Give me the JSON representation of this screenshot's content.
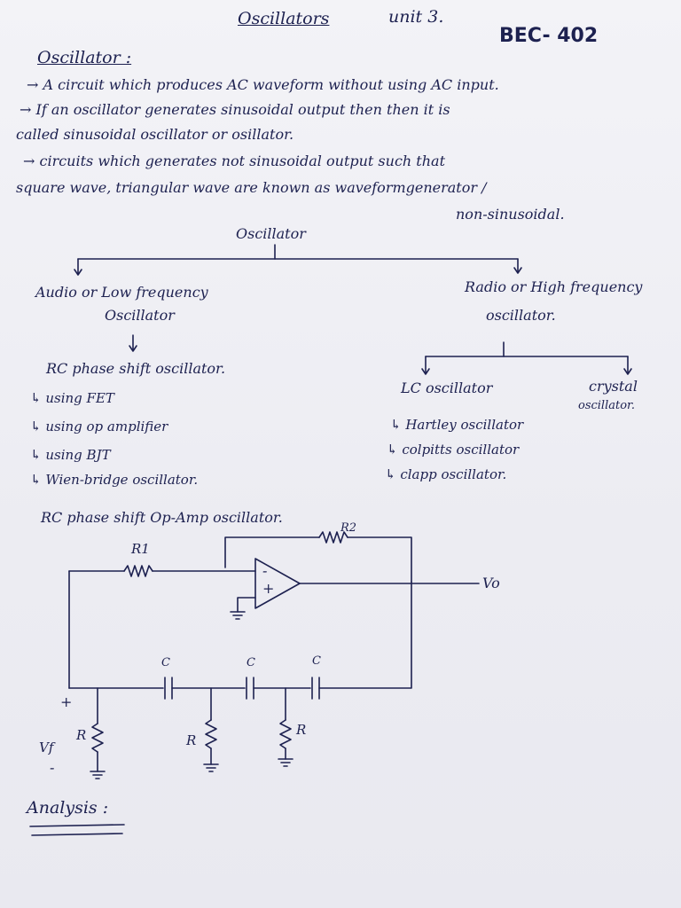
{
  "header": {
    "title": "Oscillators",
    "unit": "unit 3.",
    "code": "BEC- 402"
  },
  "definition": {
    "heading": "Oscillator :",
    "line1": "→ A circuit which produces AC waveform without using AC input.",
    "line2a": "→ If an oscillator generates sinusoidal output then then it is",
    "line2b": "called sinusoidal oscillator or osillator.",
    "line3a": "→ circuits which generates not sinusoidal output such that",
    "line3b": "square wave, triangular wave are known as waveformgenerator /",
    "line3c": "non-sinusoidal."
  },
  "tree": {
    "root": "Oscillator",
    "left_a": "Audio or Low frequency",
    "left_b": "Oscillator",
    "right_a": "Radio or High frequency",
    "right_b": "oscillator.",
    "rc_title": "RC phase shift oscillator.",
    "rc_items": [
      "using FET",
      "using op amplifier",
      "using BJT",
      "Wien-bridge oscillator."
    ],
    "lc_title": "LC oscillator",
    "crystal_a": "crystal",
    "crystal_b": "oscillator.",
    "lc_items": [
      "Hartley oscillator",
      "colpitts oscillator",
      "clapp oscillator."
    ]
  },
  "circuit": {
    "title": "RC phase shift Op-Amp oscillator.",
    "labels": {
      "r1": "R1",
      "r2": "R2",
      "vo": "Vo",
      "c1": "C",
      "c2": "C",
      "c3": "C",
      "ra": "R",
      "rb": "R",
      "rc": "R",
      "vf": "Vf",
      "plus": "+",
      "minus": "-",
      "opm": "-",
      "opp": "+"
    }
  },
  "footer": {
    "analysis": "Analysis :"
  }
}
